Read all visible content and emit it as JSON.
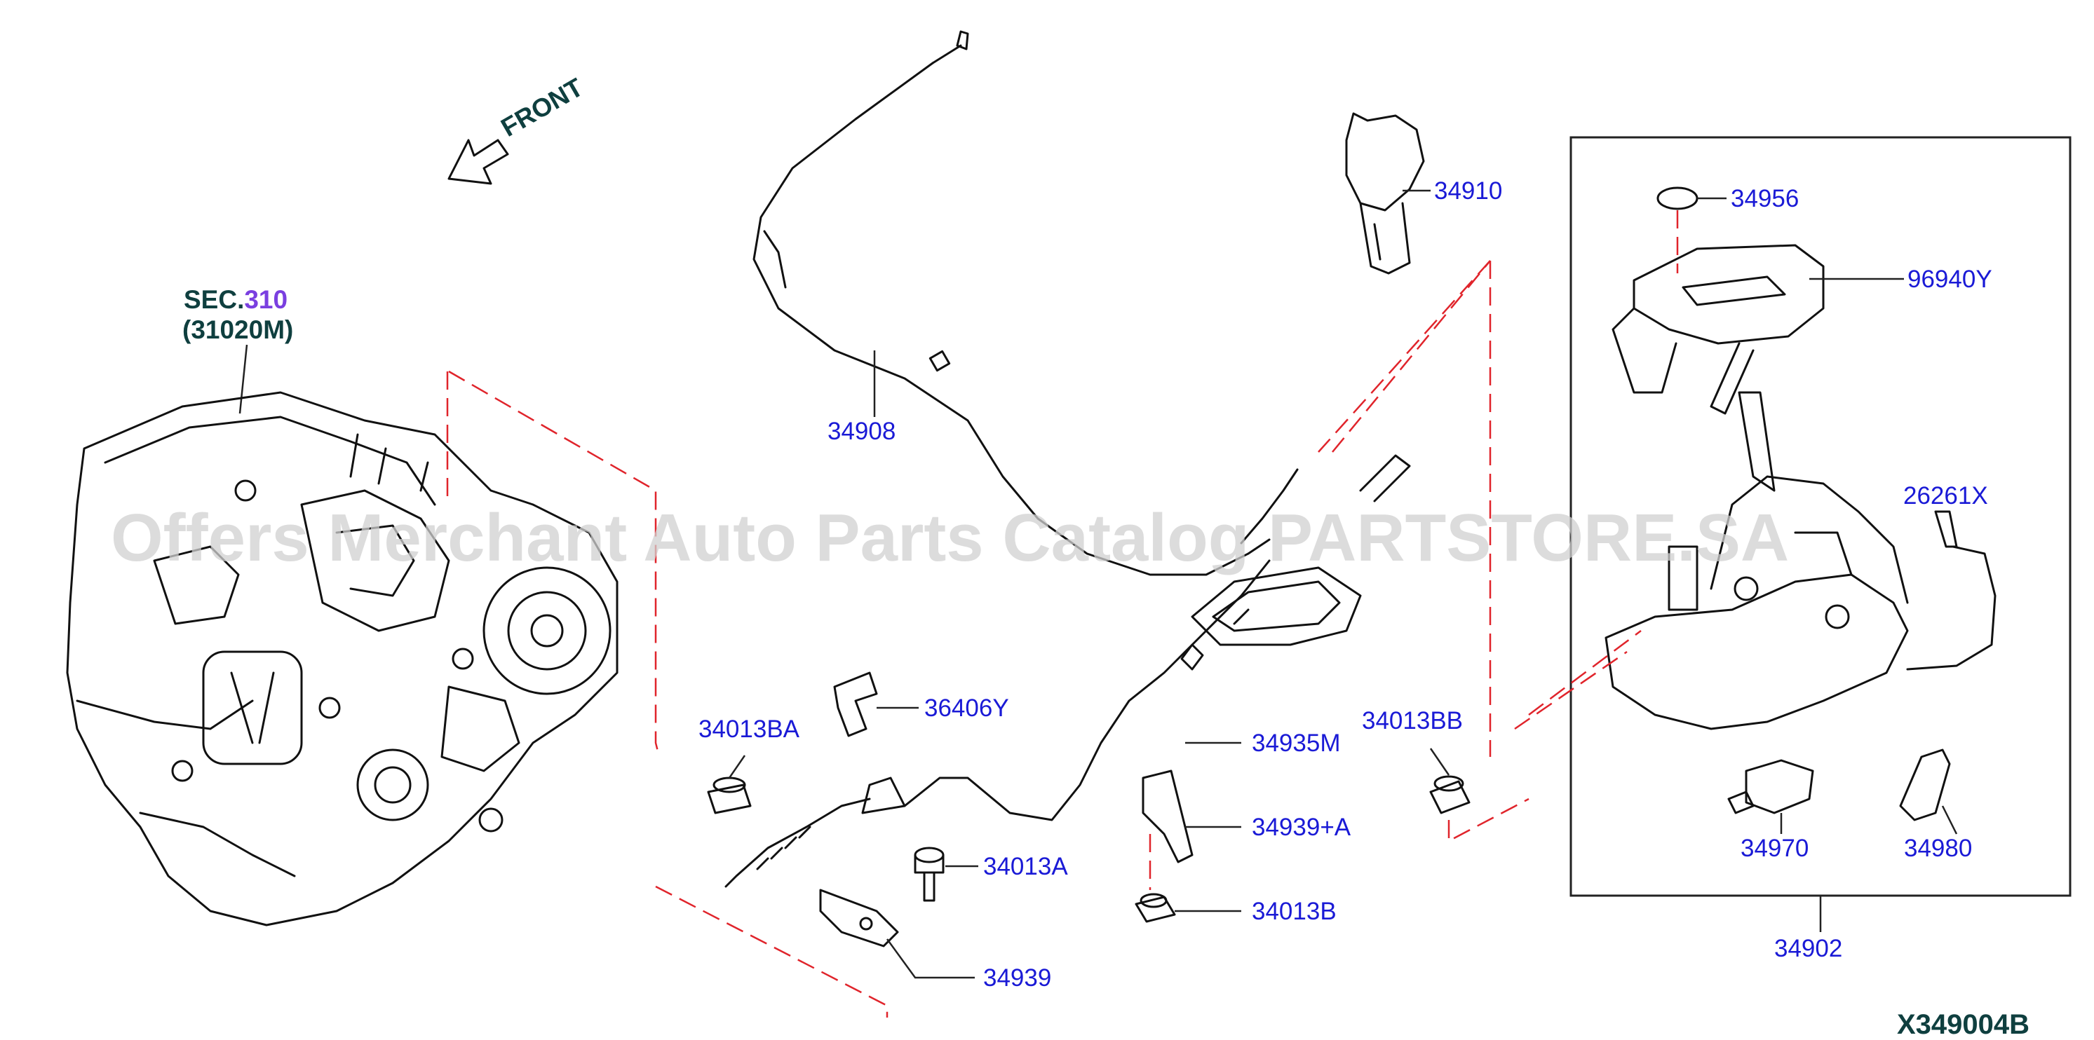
{
  "diagram": {
    "front_label": "FRONT",
    "sec_prefix": "SEC.",
    "sec_number": "310",
    "sec_part": "(31020M)",
    "watermark": "Offers Merchant Auto Parts Catalog PARTSTORE.SA",
    "diagram_code": "X349004B",
    "colors": {
      "part_number": "#1a1ad6",
      "section_ref": "#7a3fe0",
      "dashed_guide": "#e0242b",
      "dark_label": "#0f3f3f"
    },
    "parts": {
      "p34910": "34910",
      "p34956": "34956",
      "p96940Y": "96940Y",
      "p34908": "34908",
      "p26261X": "26261X",
      "p34013BA": "34013BA",
      "p36406Y": "36406Y",
      "p34935M": "34935M",
      "p34013BB": "34013BB",
      "p34939A": "34939+A",
      "p34013A": "34013A",
      "p34013B": "34013B",
      "p34939": "34939",
      "p34970": "34970",
      "p34980": "34980",
      "p34902": "34902"
    }
  }
}
